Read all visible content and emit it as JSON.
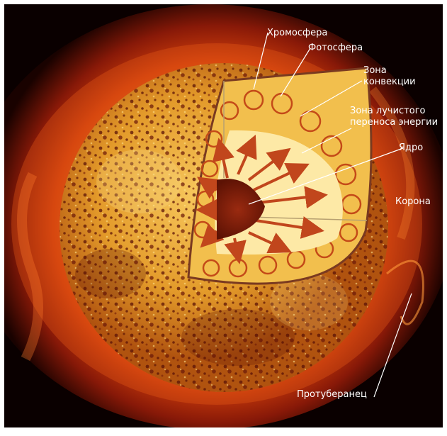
{
  "labels": {
    "chromosphere": "Хромосфера",
    "photosphere": "Фотосфера",
    "convection_zone": "Зона\nконвекции",
    "radiative_zone": "Зона лучистого\nпереноса энергии",
    "core": "Ядро",
    "corona": "Корона",
    "prominence": "Протуберанец"
  },
  "colors": {
    "background": "#0a0000",
    "corona_outer": "#6b0b05",
    "corona_inner": "#d8400c",
    "surface": "#e39a2a",
    "surface_spots": "#5a1206",
    "convection_zone": "#f2bf4d",
    "convection_cells": "#c44a18",
    "radiative_zone": "#fde9a6",
    "arrows": "#c1461c",
    "core": "#7a1b08",
    "label_text": "#ffffff"
  }
}
